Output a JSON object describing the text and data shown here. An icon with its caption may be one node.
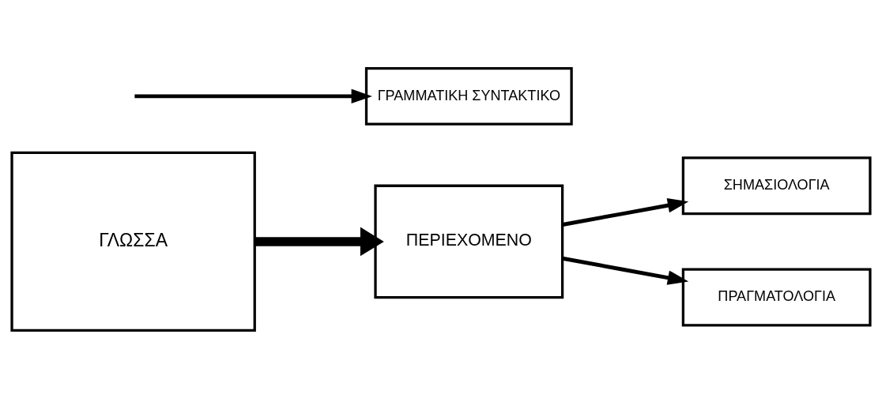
{
  "diagram": {
    "nodes": [
      {
        "text": [
          "ΓΛΩΣΣΑ"
        ]
      },
      {
        "text": [
          "ΓΡΑΜΜΑΤΙΚΗ ΣΥΝΤΑΚΤΙΚΟ"
        ]
      },
      {
        "text": [
          "ΠΕΡΙΕΧΟΜΕΝΟ"
        ]
      },
      {
        "text": [
          "ΣΗΜΑΣΙΟΛΟΓΙΑ"
        ]
      },
      {
        "text": [
          "ΠΡΑΓΜΑΤΟΛΟΓΙΑ"
        ]
      }
    ],
    "edges": [
      {
        "from": null,
        "to": 1,
        "arrow": "to"
      },
      {
        "from": 0,
        "to": 2,
        "arrow": "to",
        "style": "thick"
      },
      {
        "from": 2,
        "to": 3,
        "arrow": "to"
      },
      {
        "from": 2,
        "to": 4,
        "arrow": "to"
      }
    ]
  }
}
